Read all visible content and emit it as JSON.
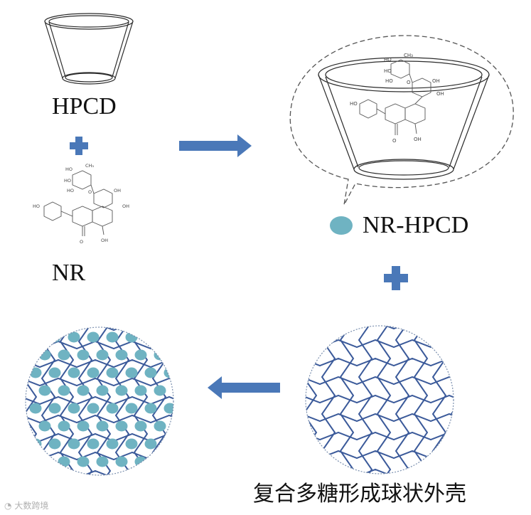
{
  "labels": {
    "hpcd": "HPCD",
    "nr": "NR",
    "complex": "NR-HPCD",
    "shell": "复合多糖形成球状外壳"
  },
  "molecule_labels": {
    "ho": "HO",
    "oh": "OH",
    "ch3": "CH₃",
    "o": "O"
  },
  "watermark": "大数跨境",
  "colors": {
    "blue": "#4a78b8",
    "teal": "#6fb3c2",
    "network": "#3b5a9a",
    "ink": "#2b2b2b"
  }
}
